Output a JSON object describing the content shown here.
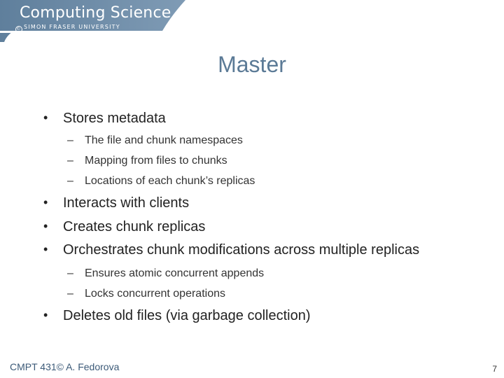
{
  "header": {
    "logo_title": "Computing Science",
    "logo_subtitle": "SIMON FRASER UNIVERSITY",
    "logo_mark": "©"
  },
  "slide": {
    "title": "Master",
    "bullets": [
      {
        "text": "Stores metadata",
        "sub": [
          "The file and chunk namespaces",
          "Mapping from files to chunks",
          "Locations of each chunk’s replicas"
        ]
      },
      {
        "text": "Interacts with clients",
        "sub": []
      },
      {
        "text": "Creates chunk replicas",
        "sub": []
      },
      {
        "text": "Orchestrates chunk modifications across multiple replicas",
        "sub": [
          "Ensures atomic concurrent appends",
          "Locks concurrent operations"
        ]
      },
      {
        "text": "Deletes old files (via garbage collection)",
        "sub": []
      }
    ],
    "bullet_glyph": "•",
    "sub_glyph": "–"
  },
  "footer": {
    "left": "CMPT 431© A. Fedorova",
    "page_number": "7"
  },
  "colors": {
    "header_bg": "#6d8aa6",
    "title": "#5b7a96"
  }
}
